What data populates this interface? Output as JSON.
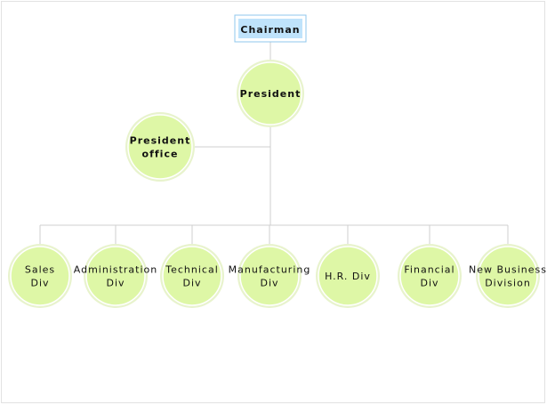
{
  "diagram": {
    "colors": {
      "connector": "#cfcfcf",
      "root_fill": "#bfe3fb",
      "root_border": "#8fc7ec",
      "circle_fill": "#def7a6",
      "circle_ring": "#e8f3cd",
      "text": "#111111"
    },
    "root": {
      "label": "Chairman"
    },
    "president": {
      "lines": [
        "President"
      ]
    },
    "office": {
      "lines": [
        "President",
        "office"
      ]
    },
    "divisions": [
      {
        "lines": [
          "Sales",
          "Div"
        ]
      },
      {
        "lines": [
          "Administration",
          "Div"
        ]
      },
      {
        "lines": [
          "Technical",
          "Div"
        ]
      },
      {
        "lines": [
          "Manufacturing",
          "Div"
        ]
      },
      {
        "lines": [
          "H.R. Div"
        ]
      },
      {
        "lines": [
          "Financial",
          "Div"
        ]
      },
      {
        "lines": [
          "New Business",
          "Division"
        ]
      }
    ]
  }
}
